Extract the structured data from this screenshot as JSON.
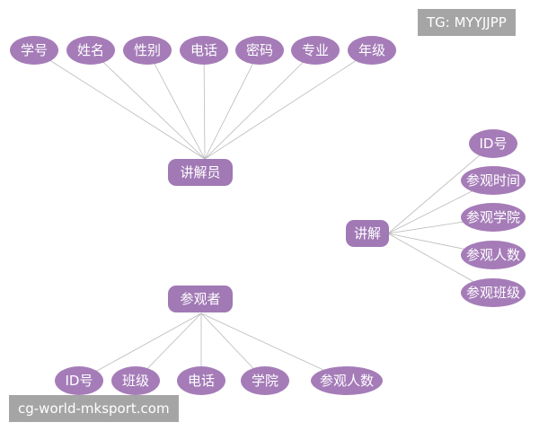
{
  "colors": {
    "entity_fill": "#a179b5",
    "attr_fill": "#a57cb8",
    "text": "#ffffff",
    "line": "#b9b9b9",
    "watermark_bg": "#8c8c8c"
  },
  "entities": [
    {
      "id": "guide",
      "label": "讲解员",
      "attributes": [
        "学号",
        "姓名",
        "性别",
        "电话",
        "密码",
        "专业",
        "年级"
      ]
    },
    {
      "id": "tour",
      "label": "讲解",
      "attributes": [
        "ID号",
        "参观时间",
        "参观学院",
        "参观人数",
        "参观班级"
      ]
    },
    {
      "id": "visitor",
      "label": "参观者",
      "attributes": [
        "ID号",
        "班级",
        "电话",
        "学院",
        "参观人数"
      ]
    }
  ],
  "watermarks": {
    "top": "TG: MYYJJPP",
    "bottom": "cg-world-mksport.com"
  }
}
